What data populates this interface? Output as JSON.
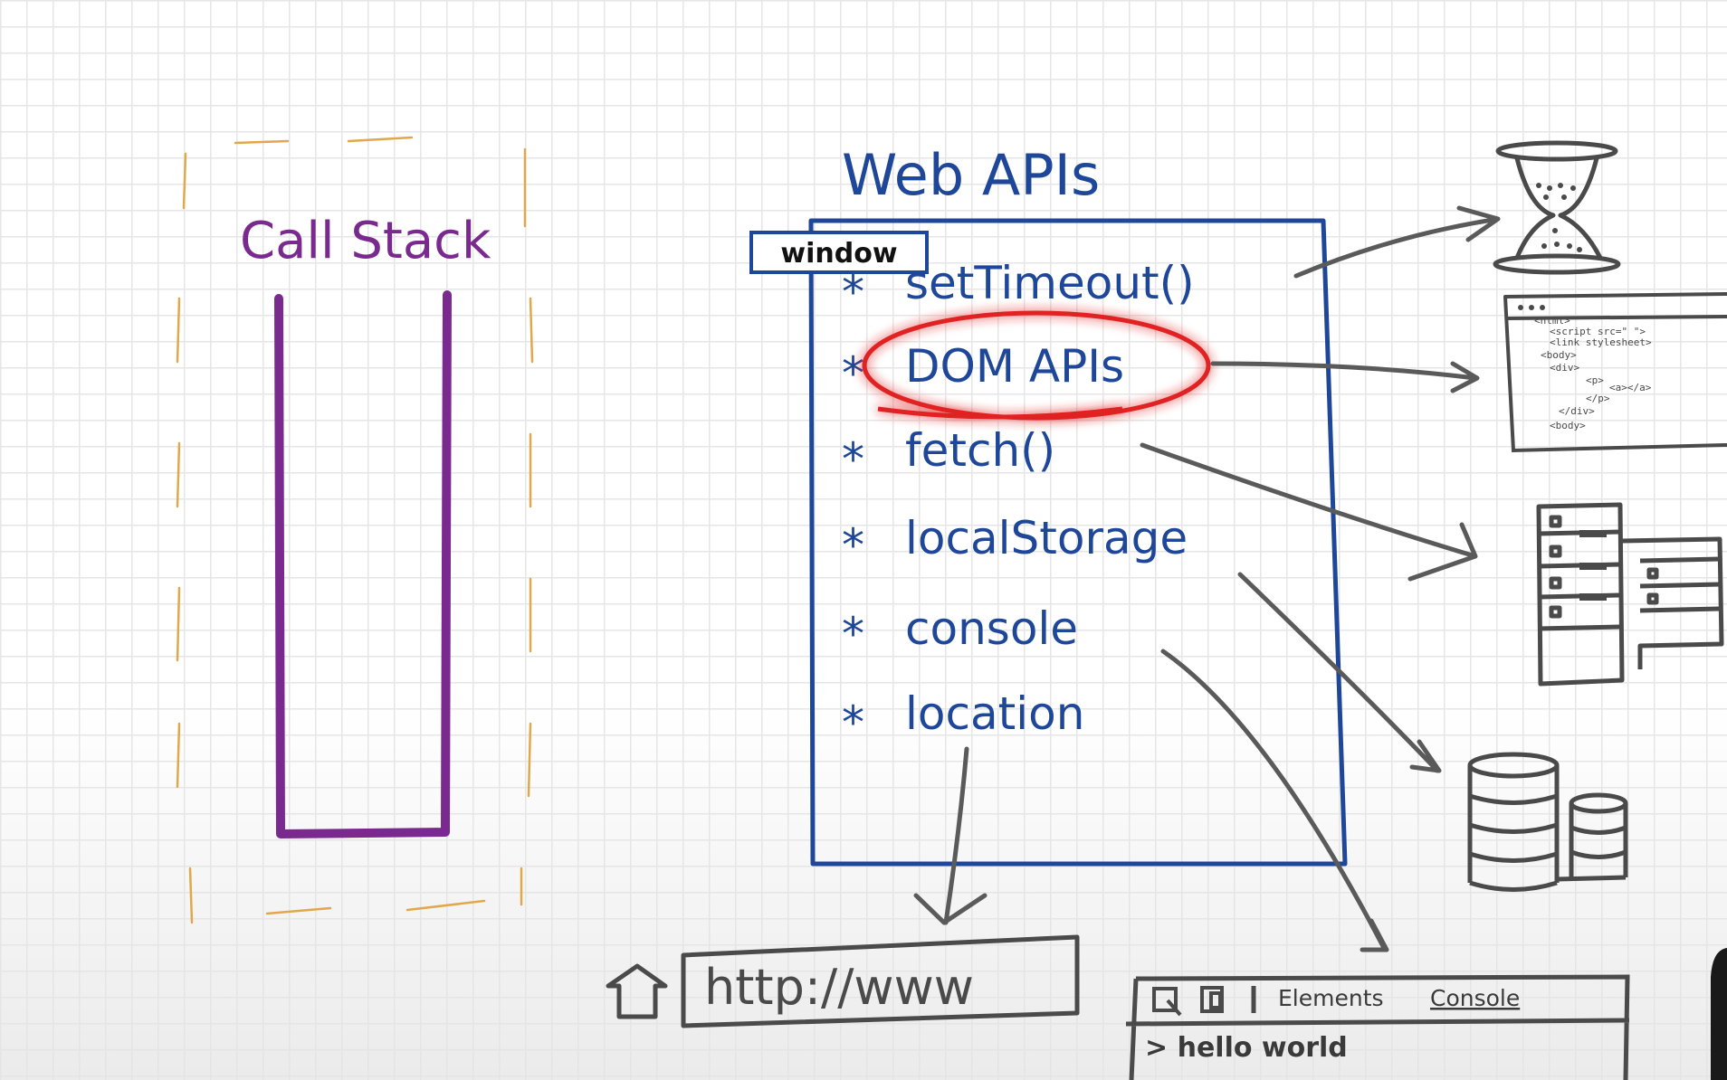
{
  "call_stack": {
    "title": "Call Stack"
  },
  "web_apis": {
    "title": "Web APIs",
    "window_tag": "window",
    "items": [
      {
        "bullet": "*",
        "label": "setTimeout()"
      },
      {
        "bullet": "*",
        "label": "DOM APIs",
        "highlighted": true
      },
      {
        "bullet": "*",
        "label": "fetch()"
      },
      {
        "bullet": "*",
        "label": "localStorage"
      },
      {
        "bullet": "*",
        "label": "console"
      },
      {
        "bullet": "*",
        "label": "location"
      }
    ]
  },
  "url_bar": {
    "text": "http://www"
  },
  "html_doc": {
    "lines": [
      "<html>",
      "<script src=\" \">",
      "<link stylesheet>",
      "<body>",
      "<div>",
      "<p>",
      "<a></a>",
      "</p>",
      "</div>",
      "<body>"
    ]
  },
  "devtools": {
    "tabs": [
      "Elements",
      "Console"
    ],
    "active_tab": "Console",
    "console_line": "> hello world"
  },
  "colors": {
    "call_stack": "#7a2a8e",
    "call_stack_frame": "#e0a84a",
    "web_apis": "#1f4799",
    "highlight": "#e02020",
    "sketch": "#5a5a5a"
  },
  "icons": [
    "hourglass-icon",
    "html-document-icon",
    "server-rack-icon",
    "database-icon",
    "home-icon"
  ]
}
